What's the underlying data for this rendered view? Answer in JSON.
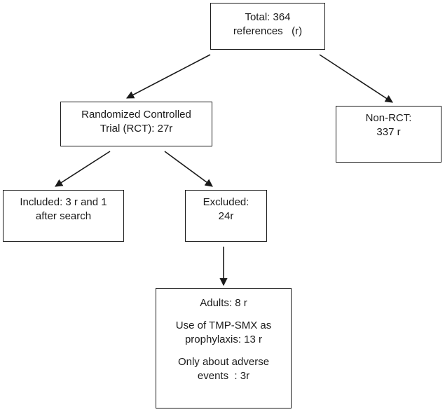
{
  "flowchart": {
    "total": {
      "lines": [
        "Total: 364",
        "references   (r)"
      ]
    },
    "rct": {
      "lines": [
        "Randomized Controlled",
        "Trial (RCT): 27r"
      ]
    },
    "non_rct": {
      "lines": [
        "Non-RCT:",
        "337 r"
      ]
    },
    "included": {
      "lines": [
        "Included: 3 r and 1",
        "after search"
      ]
    },
    "excluded": {
      "lines": [
        "Excluded:",
        "24r"
      ]
    },
    "exclusion_reasons": {
      "adults": "Adults: 8 r",
      "tmp_smx": [
        "Use of TMP-SMX as",
        "prophylaxis: 13 r"
      ],
      "adverse_events": [
        "Only about adverse",
        "events  : 3r"
      ]
    }
  },
  "colors": {
    "stroke": "#1a1a1a",
    "background": "#ffffff"
  }
}
